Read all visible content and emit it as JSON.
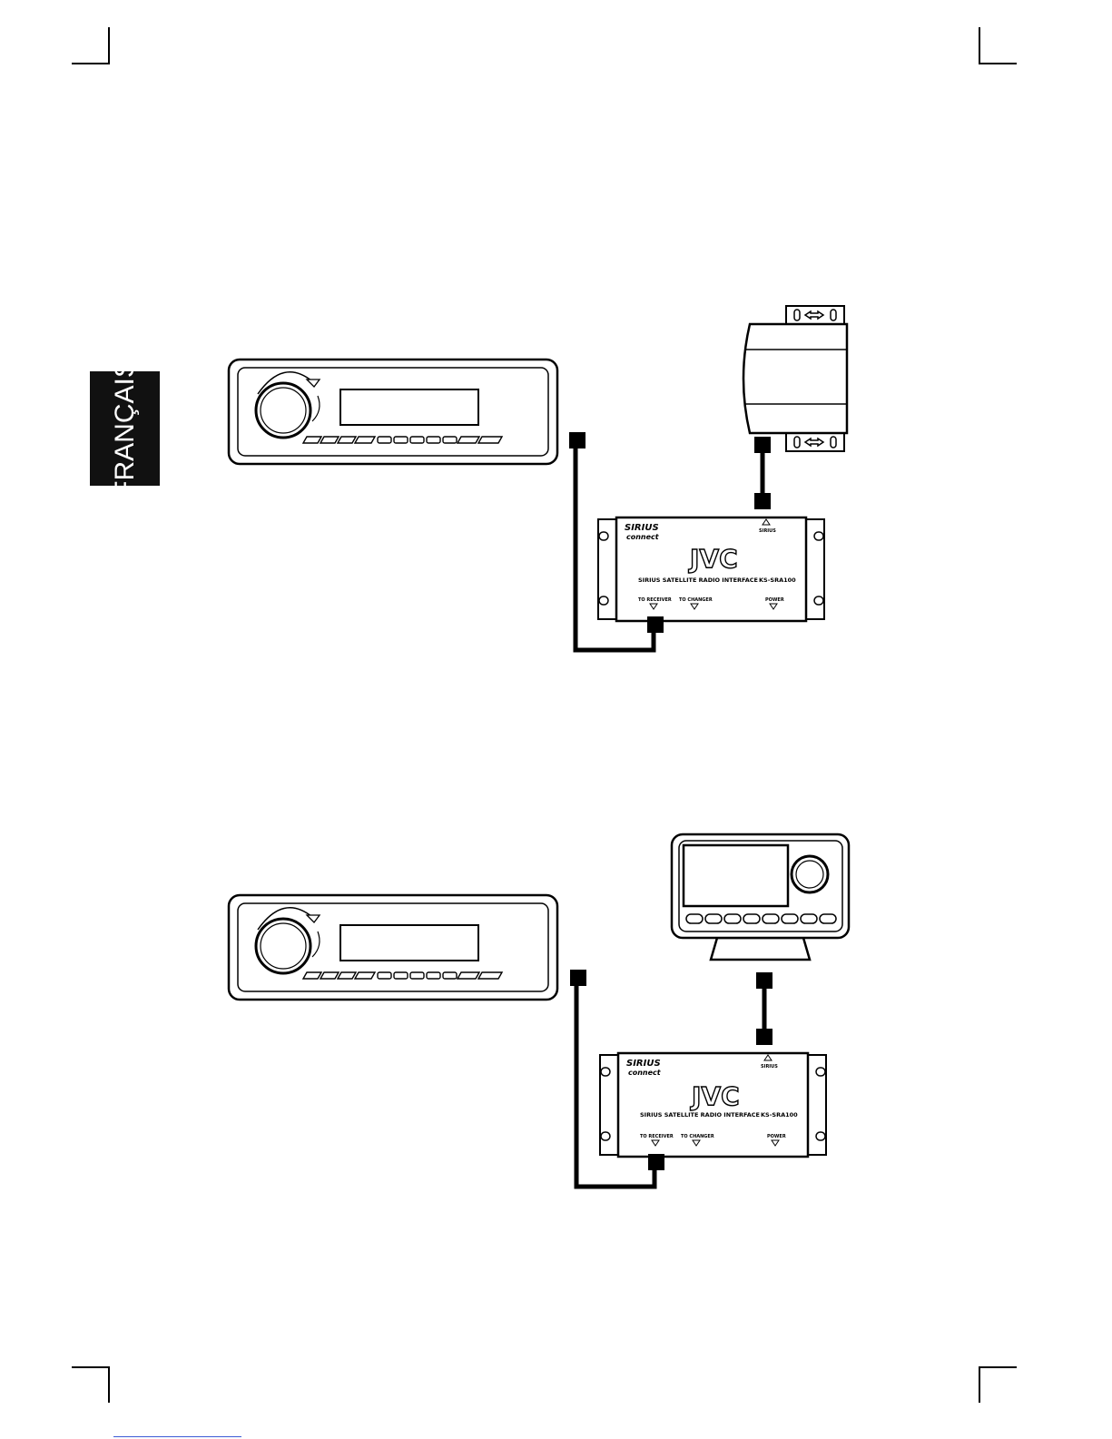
{
  "side_tab": {
    "language": "FRANÇAIS"
  },
  "interface_box": {
    "brand_logo": "JVC",
    "sirius_logo_top": "SIRIUS",
    "sirius_logo_bottom": "connect",
    "product_line": "SIRIUS SATELLITE RADIO INTERFACE",
    "model": "KS-SRA100",
    "port_sirius": "SIRIUS",
    "port_receiver": "TO RECEIVER",
    "port_changer": "TO CHANGER",
    "port_power": "POWER"
  },
  "colors": {
    "ink": "#000000",
    "paper": "#ffffff",
    "tab": "#111111"
  },
  "icons": [
    "head-unit-icon",
    "satellite-tuner-icon",
    "sirius-receiver-dock-icon",
    "connector-plug-icon"
  ]
}
